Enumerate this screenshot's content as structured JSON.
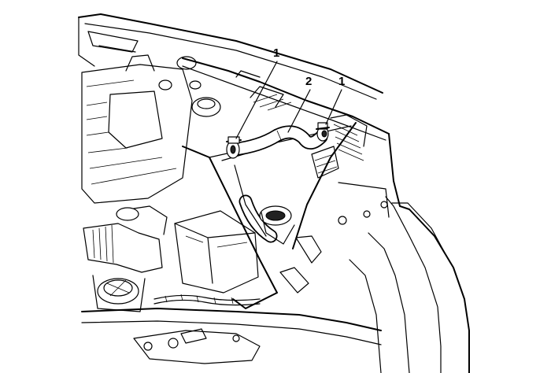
{
  "callouts": [
    {
      "id": "left-clamp",
      "label": "1"
    },
    {
      "id": "hose",
      "label": "2"
    },
    {
      "id": "right-clamp",
      "label": "1"
    }
  ]
}
